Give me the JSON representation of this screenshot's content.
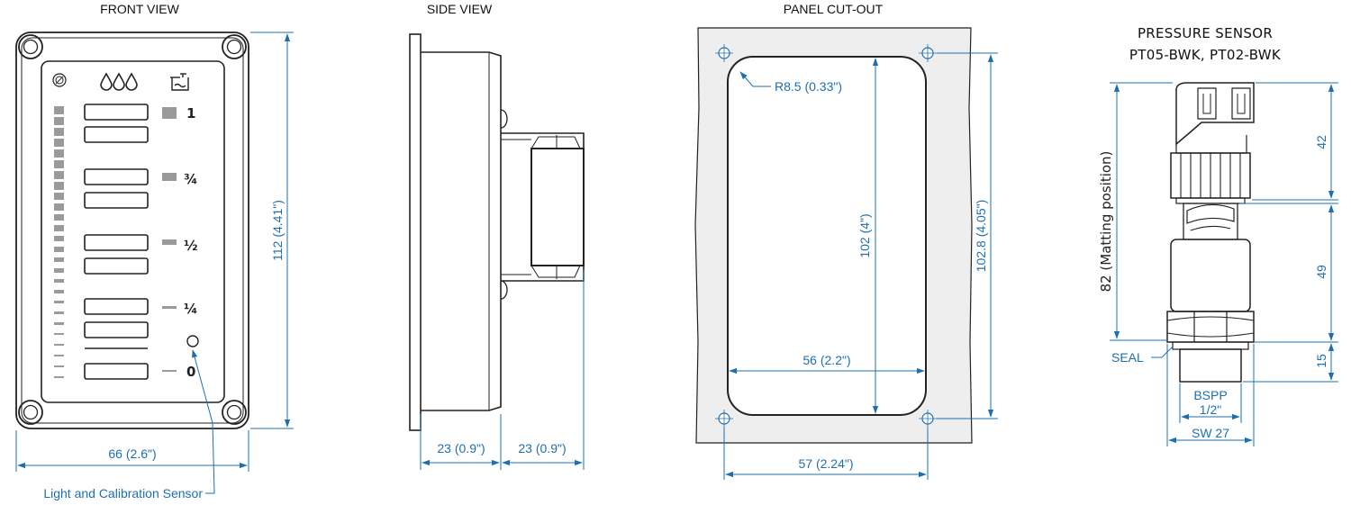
{
  "titles": {
    "front": "FRONT VIEW",
    "side": "SIDE VIEW",
    "cutout": "PANEL CUT-OUT",
    "sensor_line1": "PRESSURE SENSOR",
    "sensor_line2": "PT05-BWK, PT02-BWK"
  },
  "front": {
    "level_labels": [
      "1",
      "¾",
      "½",
      "¼",
      "0"
    ],
    "width_dim": "66 (2.6\")",
    "height_dim": "112 (4.41\")",
    "sensor_callout": "Light and Calibration Sensor",
    "icons": [
      "settings-icon",
      "water-drops-icon",
      "tank-icon"
    ]
  },
  "side": {
    "depth_dim_1": "23 (0.9\")",
    "depth_dim_2": "23 (0.9\")"
  },
  "cutout": {
    "radius_dim": "R8.5 (0.33\")",
    "inner_height_dim": "102 (4\")",
    "outer_height_dim": "102.8 (4.05\")",
    "inner_width_dim": "56 (2.2\")",
    "hole_spacing_dim": "57 (2.24\")"
  },
  "sensor": {
    "mating_dim": "82 (Matting position)",
    "dim_42": "42",
    "dim_49": "49",
    "dim_15": "15",
    "seal_label": "SEAL",
    "thread_label_1": "BSPP",
    "thread_label_2": "1/2\"",
    "wrench_label": "SW 27"
  },
  "colors": {
    "dimension": "#1f6fae",
    "line": "#222222",
    "panel_fill": "#eeeeee",
    "led": "#9a9a9a"
  }
}
